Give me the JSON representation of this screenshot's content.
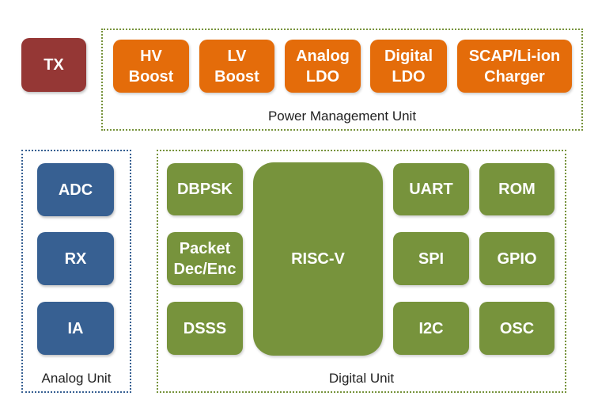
{
  "tx": {
    "label": "TX"
  },
  "power_management_unit": {
    "label": "Power Management Unit",
    "blocks": [
      {
        "label": "HV\nBoost"
      },
      {
        "label": "LV\nBoost"
      },
      {
        "label": "Analog\nLDO"
      },
      {
        "label": "Digital\nLDO"
      },
      {
        "label": "SCAP/Li-ion\nCharger"
      }
    ]
  },
  "analog_unit": {
    "label": "Analog Unit",
    "blocks": [
      {
        "label": "ADC"
      },
      {
        "label": "RX"
      },
      {
        "label": "IA"
      }
    ]
  },
  "digital_unit": {
    "label": "Digital Unit",
    "left_blocks": [
      {
        "label": "DBPSK"
      },
      {
        "label": "Packet\nDec/Enc"
      },
      {
        "label": "DSSS"
      }
    ],
    "core": {
      "label": "RISC-V"
    },
    "right_blocks": [
      {
        "label": "UART"
      },
      {
        "label": "ROM"
      },
      {
        "label": "SPI"
      },
      {
        "label": "GPIO"
      },
      {
        "label": "I2C"
      },
      {
        "label": "OSC"
      }
    ]
  },
  "colors": {
    "tx": "#953735",
    "power": "#e46c0a",
    "analog": "#376092",
    "digital": "#77933c"
  }
}
